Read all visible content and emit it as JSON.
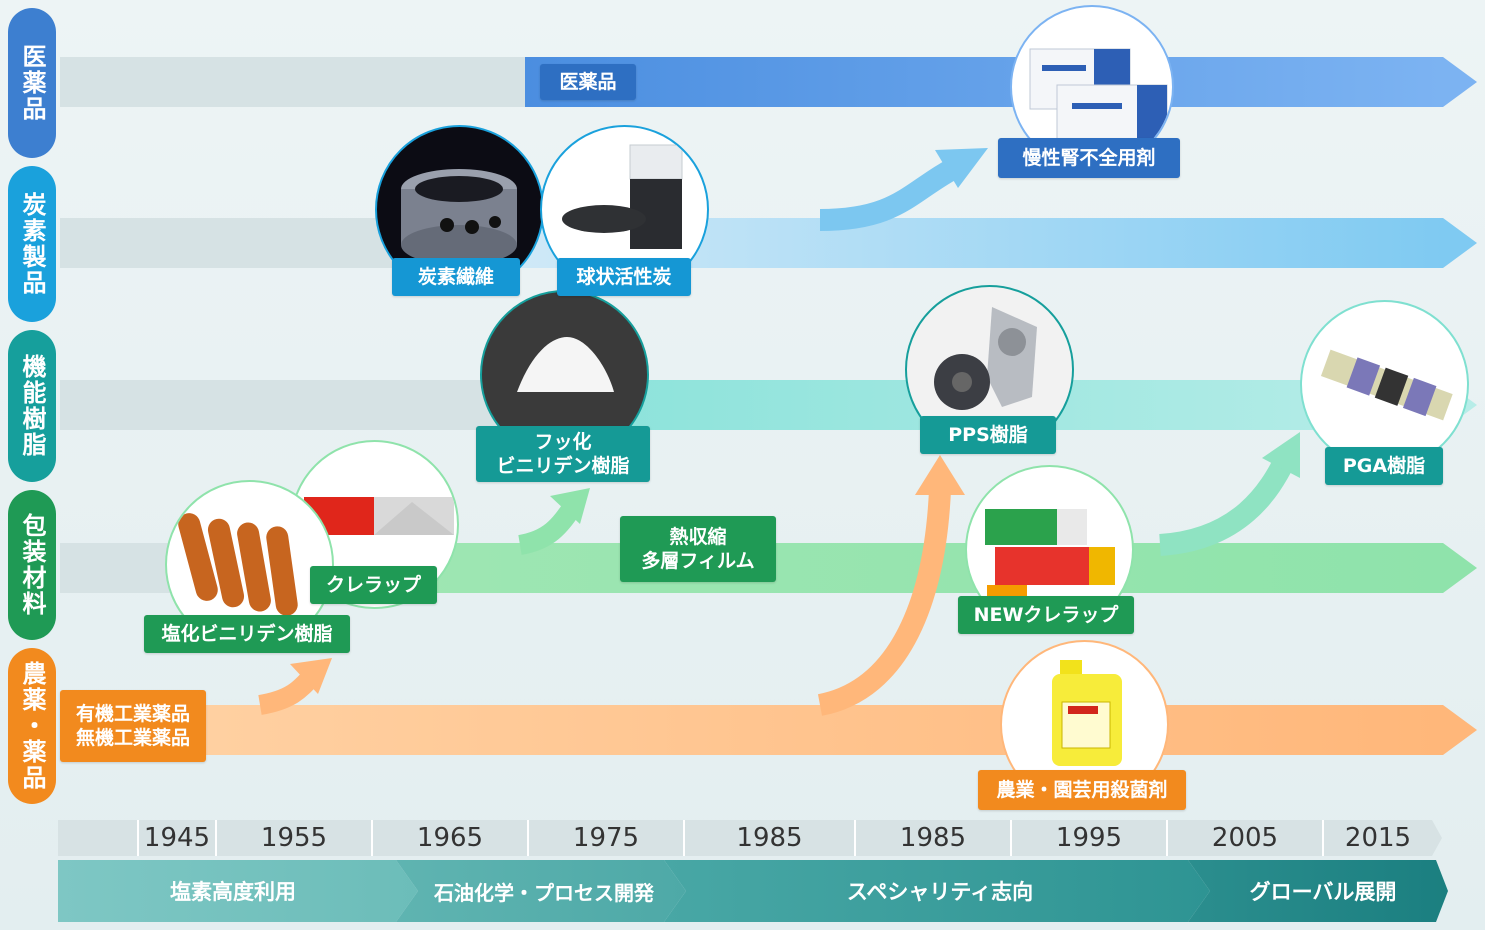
{
  "rows": [
    {
      "label": "医薬品"
    },
    {
      "label": "炭素製品"
    },
    {
      "label": "機能樹脂"
    },
    {
      "label": "包装材料"
    },
    {
      "label": "農薬・薬品"
    }
  ],
  "products": {
    "iyakuhin": "医薬品",
    "mansei": "慢性腎不全用剤",
    "tanso_seni": "炭素繊維",
    "kyujo": "球状活性炭",
    "fukka_1": "フッ化",
    "fukka_2": "ビニリデン樹脂",
    "pps": "PPS樹脂",
    "pga": "PGA樹脂",
    "netsu_1": "熱収縮",
    "netsu_2": "多層フィルム",
    "kurerappu": "クレラップ",
    "new_kurerappu": "NEWクレラップ",
    "enka": "塩化ビニリデン樹脂",
    "yuki": "有機工業薬品",
    "muki": "無機工業薬品",
    "nogyo": "農業・園芸用殺菌剤"
  },
  "timeline": {
    "years": [
      "1945",
      "1955",
      "1965",
      "1975",
      "1985",
      "1985",
      "1995",
      "2005",
      "2015"
    ]
  },
  "eras": [
    "塩素高度利用",
    "石油化学・プロセス開発",
    "スペシャリティ志向",
    "グローバル展開"
  ],
  "colors": {
    "iyaku": "#3d7fd0",
    "tanso": "#1aa1dc",
    "kino": "#169f9c",
    "hoso": "#1f9a55",
    "noyaku": "#f28a1e",
    "era_dark": "#1f8a8b"
  }
}
